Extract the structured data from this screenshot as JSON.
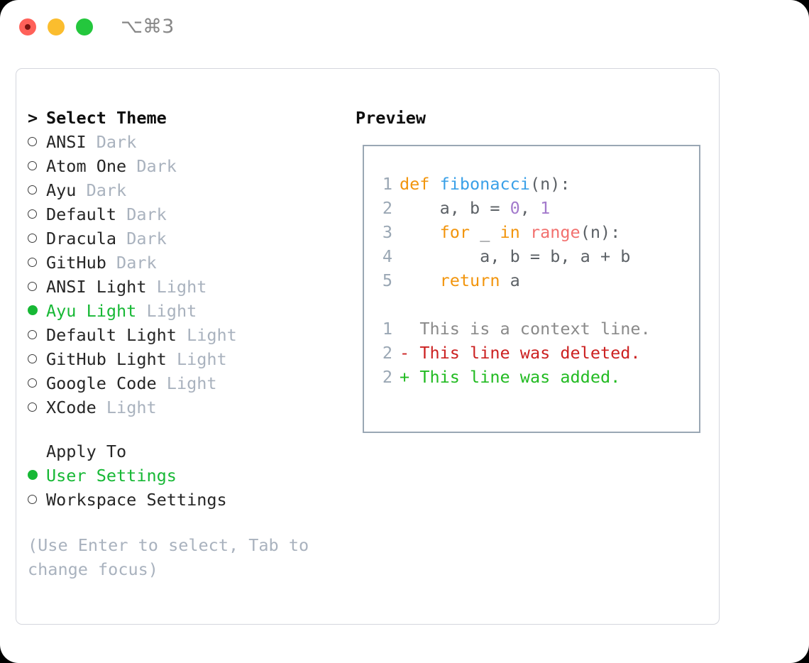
{
  "window": {
    "traffic_lights": [
      "close",
      "minimize",
      "maximize"
    ],
    "shortcut_label": "⌥⌘3"
  },
  "theme_picker": {
    "header": {
      "caret": ">",
      "title": "Select Theme"
    },
    "themes": [
      {
        "name": "ANSI",
        "variant": "Dark",
        "selected": false
      },
      {
        "name": "Atom One",
        "variant": "Dark",
        "selected": false
      },
      {
        "name": "Ayu",
        "variant": "Dark",
        "selected": false
      },
      {
        "name": "Default",
        "variant": "Dark",
        "selected": false
      },
      {
        "name": "Dracula",
        "variant": "Dark",
        "selected": false
      },
      {
        "name": "GitHub",
        "variant": "Dark",
        "selected": false
      },
      {
        "name": "ANSI Light",
        "variant": "Light",
        "selected": false
      },
      {
        "name": "Ayu Light",
        "variant": "Light",
        "selected": true
      },
      {
        "name": "Default Light",
        "variant": "Light",
        "selected": false
      },
      {
        "name": "GitHub Light",
        "variant": "Light",
        "selected": false
      },
      {
        "name": "Google Code",
        "variant": "Light",
        "selected": false
      },
      {
        "name": "XCode",
        "variant": "Light",
        "selected": false
      }
    ],
    "apply_to": {
      "title": "Apply To",
      "options": [
        {
          "name": "User Settings",
          "selected": true
        },
        {
          "name": "Workspace Settings",
          "selected": false
        }
      ]
    },
    "hint": "(Use Enter to select, Tab to change focus)"
  },
  "preview": {
    "title": "Preview",
    "code_lines": [
      {
        "num": "1",
        "tokens": [
          {
            "t": "def ",
            "c": "kw"
          },
          {
            "t": "fibonacci",
            "c": "fn"
          },
          {
            "t": "(n):",
            "c": "pl"
          }
        ]
      },
      {
        "num": "2",
        "tokens": [
          {
            "t": "    a, b = ",
            "c": "pl"
          },
          {
            "t": "0",
            "c": "num"
          },
          {
            "t": ", ",
            "c": "pl"
          },
          {
            "t": "1",
            "c": "num"
          }
        ]
      },
      {
        "num": "3",
        "tokens": [
          {
            "t": "    ",
            "c": "pl"
          },
          {
            "t": "for",
            "c": "kw"
          },
          {
            "t": " _ ",
            "c": "pl"
          },
          {
            "t": "in",
            "c": "kw"
          },
          {
            "t": " ",
            "c": "pl"
          },
          {
            "t": "range",
            "c": "bi"
          },
          {
            "t": "(n):",
            "c": "pl"
          }
        ]
      },
      {
        "num": "4",
        "tokens": [
          {
            "t": "        a, b = b, a + b",
            "c": "pl"
          }
        ]
      },
      {
        "num": "5",
        "tokens": [
          {
            "t": "    ",
            "c": "pl"
          },
          {
            "t": "return",
            "c": "kw"
          },
          {
            "t": " a",
            "c": "pl"
          }
        ]
      }
    ],
    "diff_lines": [
      {
        "num": "1",
        "sign": " ",
        "text": "This is a context line.",
        "kind": "ctx"
      },
      {
        "num": "2",
        "sign": "-",
        "text": "This line was deleted.",
        "kind": "del"
      },
      {
        "num": "2",
        "sign": "+",
        "text": "This line was added.",
        "kind": "add"
      }
    ]
  },
  "colors": {
    "selected_green": "#17b835",
    "muted": "#a9b2be",
    "line_number": "#9aa7b4",
    "keyword": "#f2950d",
    "function": "#3aa0e8",
    "number": "#a37acc",
    "builtin": "#f2706e",
    "diff_deleted": "#cc2222",
    "diff_added": "#22bb22",
    "panel_border": "#d4d6dd",
    "preview_border": "#9aa7b4"
  }
}
